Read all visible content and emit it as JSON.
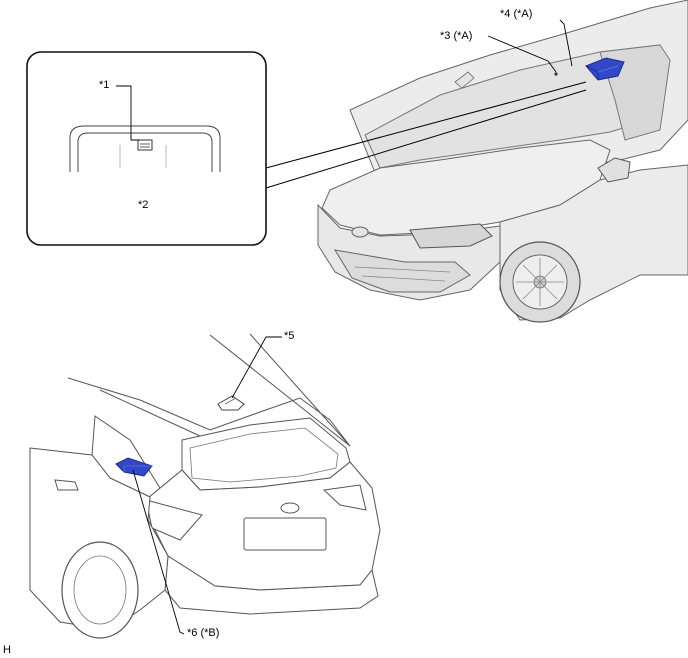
{
  "callouts": {
    "c1": "*1",
    "c2": "*2",
    "c3": "*3 (*A)",
    "c4": "*4 (*A)",
    "c5": "*5",
    "c6": "*6 (*B)"
  },
  "corner_mark": "H",
  "colors": {
    "highlight_part": "#3348c8",
    "highlight_shade": "#1d2c8a",
    "car_body": "#eeeeee",
    "car_shade": "#d9d9d9",
    "outline": "#555555",
    "inset_border": "#111111"
  }
}
